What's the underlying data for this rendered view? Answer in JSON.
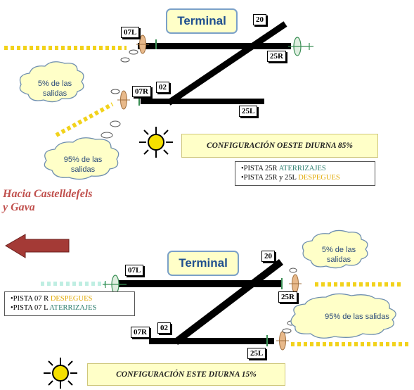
{
  "colors": {
    "runway": "#000000",
    "dots_yellow": "#f2d21b",
    "dots_cyan": "#bfeee2",
    "plane_body": "#e8b98a",
    "plane_green": "#3b8f55",
    "cloud_fill": "#ffffc8",
    "cloud_stroke": "#6f8fb0",
    "arrow_fill": "#a43a36",
    "sun": "#f5e000",
    "legend_aterrizajes": "#2f7f6f",
    "legend_despegues": "#e0a800",
    "hacia_text": "#c0504d"
  },
  "icons": [
    "sun-icon",
    "aircraft-icon",
    "left-arrow-icon"
  ],
  "west": {
    "terminal": "Terminal",
    "labels": {
      "r07L": "07L",
      "r20": "20",
      "r25R": "25R",
      "r07R": "07R",
      "r02": "02",
      "r25L": "25L"
    },
    "clouds": {
      "small": {
        "line1": "5% de las",
        "line2": "salidas"
      },
      "large": {
        "line1": "95% de las",
        "line2": "salidas"
      }
    },
    "config": "CONFIGURACIÓN OESTE DIURNA 85%",
    "legend": {
      "line1_prefix": "•PISTA 25R ",
      "line1_ops": "ATERRIZAJES",
      "line2_prefix": "•PISTA 25R y 25L ",
      "line2_ops": "DESPEGUES"
    }
  },
  "direction": {
    "line1": "Hacia Castelldefels",
    "line2": "y Gava"
  },
  "east": {
    "terminal": "Terminal",
    "labels": {
      "r07L": "07L",
      "r20": "20",
      "r25R": "25R",
      "r07R": "07R",
      "r02": "02",
      "r25L": "25L"
    },
    "clouds": {
      "small": {
        "line1": "5% de las",
        "line2": "salidas"
      },
      "large": {
        "line1": "95% de las salidas"
      }
    },
    "config": "CONFIGURACIÓN ESTE  DIURNA 15%",
    "legend": {
      "line1_prefix": "•PISTA 07 R ",
      "line1_ops": "DESPEGUES",
      "line2_prefix": "•PISTA 07 L ",
      "line2_ops": "ATERRIZAJES"
    }
  }
}
